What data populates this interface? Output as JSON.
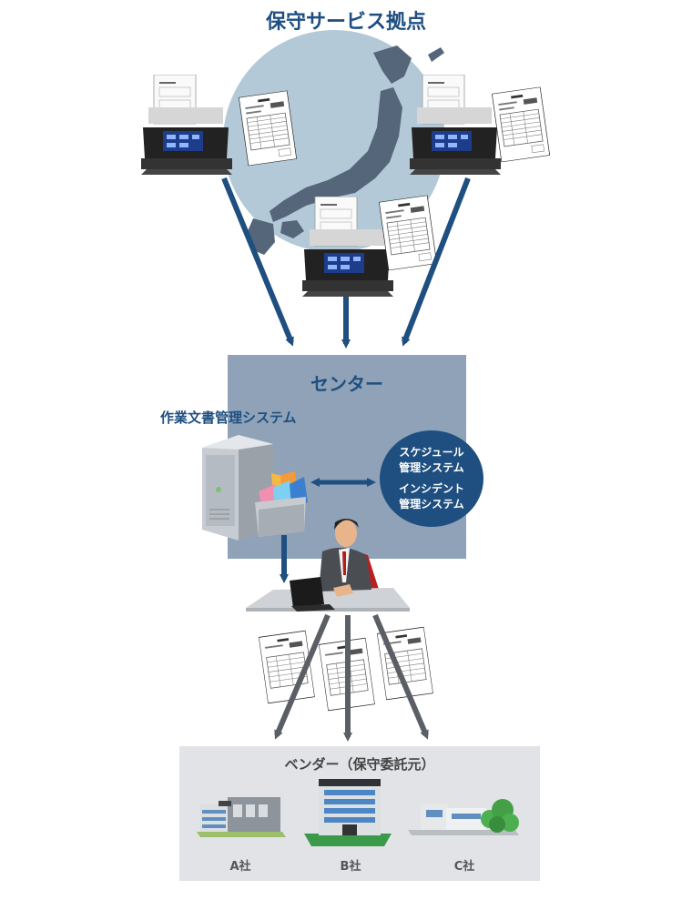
{
  "title": "保守サービス拠点",
  "center": {
    "label": "センター",
    "doc_system_label": "作業文書管理システム",
    "circle_lines": [
      "スケジュール",
      "管理システム",
      "インシデント",
      "管理システム"
    ]
  },
  "vendor": {
    "label": "ベンダー（保守委託元）",
    "companies": [
      "A社",
      "B社",
      "C社"
    ]
  },
  "colors": {
    "primary_blue": "#1e4f80",
    "center_box": "#8fa2b8",
    "vendor_box": "#e1e3e6",
    "gray_arrow": "#5a5f66"
  },
  "icons": [
    "japan-map-icon",
    "scanner-icon",
    "document-icon",
    "server-icon",
    "file-drawer-icon",
    "office-worker-icon",
    "laptop-icon",
    "building-icon"
  ]
}
